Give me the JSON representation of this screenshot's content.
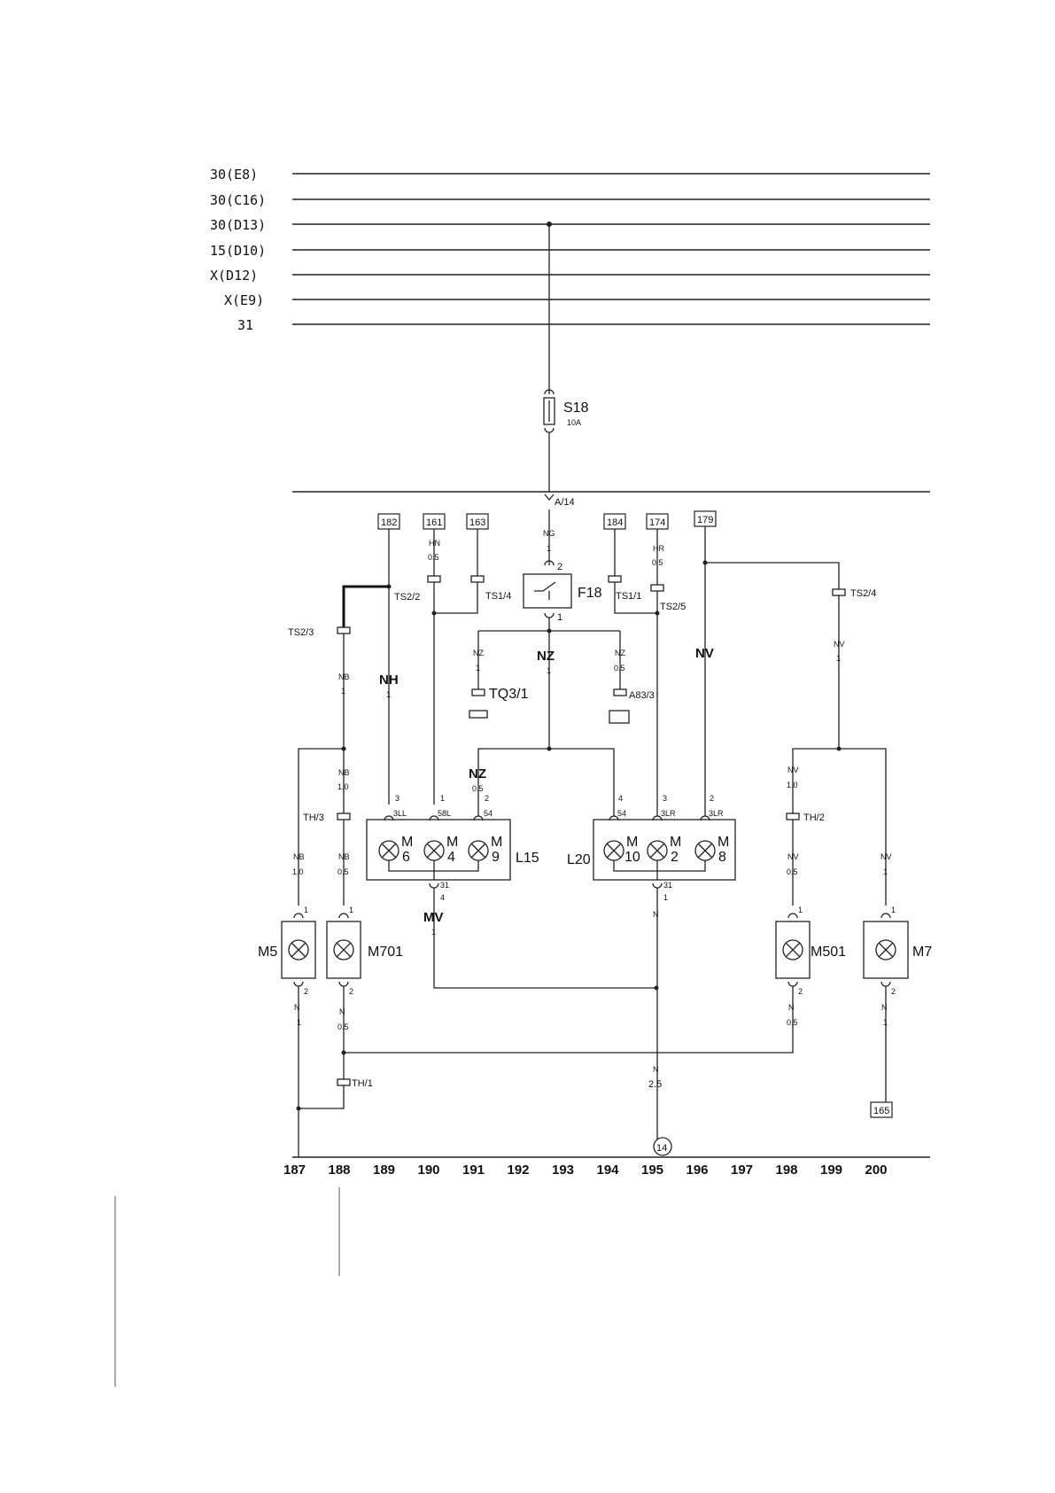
{
  "rails": [
    {
      "label": "30(E8)"
    },
    {
      "label": "30(C16)"
    },
    {
      "label": "30(D13)"
    },
    {
      "label": "15(D10)"
    },
    {
      "label": "X(D12)"
    },
    {
      "label": "X(E9)"
    },
    {
      "label": "31"
    }
  ],
  "fuse": {
    "name": "S18",
    "rating": "10A"
  },
  "connector_main": "A/14",
  "ref_boxes": [
    "182",
    "161",
    "163",
    "184",
    "174",
    "179",
    "165"
  ],
  "switch": {
    "name": "F18",
    "pin_top": "2",
    "pin_bottom": "1"
  },
  "wire_codes": {
    "nh": "NH",
    "nz": "NZ",
    "nv": "NV",
    "mv": "MV",
    "ng": "NG",
    "hn": "HN",
    "hr": "HR",
    "nb": "NB",
    "n": "N",
    "one": "1",
    "half": "0.5",
    "one_zero": "1.0",
    "two_five": "2.5",
    "four": "4"
  },
  "connectors": [
    "TS2/2",
    "TS1/4",
    "TS1/1",
    "TS2/5",
    "TS2/4",
    "TS2/3",
    "TQ3/1",
    "A83/3",
    "TH/3",
    "TH/2",
    "TH/1"
  ],
  "clusters": [
    {
      "name": "L15",
      "lamps": [
        {
          "m": "M",
          "n": "6",
          "pin": "3",
          "code": "3LL"
        },
        {
          "m": "M",
          "n": "4",
          "pin": "1",
          "code": "58L"
        },
        {
          "m": "M",
          "n": "9",
          "pin": "2",
          "code": "54"
        }
      ],
      "ground": "31",
      "ground_pin": "4"
    },
    {
      "name": "L20",
      "lamps": [
        {
          "m": "M",
          "n": "10",
          "pin": "4",
          "code": "54"
        },
        {
          "m": "M",
          "n": "2",
          "pin": "3",
          "code": "3LR"
        },
        {
          "m": "M",
          "n": "8",
          "pin": "2",
          "code": "3LR"
        }
      ],
      "ground": "31",
      "ground_pin": "1"
    }
  ],
  "lamps": [
    {
      "name": "M5"
    },
    {
      "name": "M701"
    },
    {
      "name": "M501"
    },
    {
      "name": "M7"
    }
  ],
  "pins": {
    "one": "1",
    "two": "2"
  },
  "ground_node": "14",
  "columns": [
    "187",
    "188",
    "189",
    "190",
    "191",
    "192",
    "193",
    "194",
    "195",
    "196",
    "197",
    "198",
    "199",
    "200"
  ]
}
